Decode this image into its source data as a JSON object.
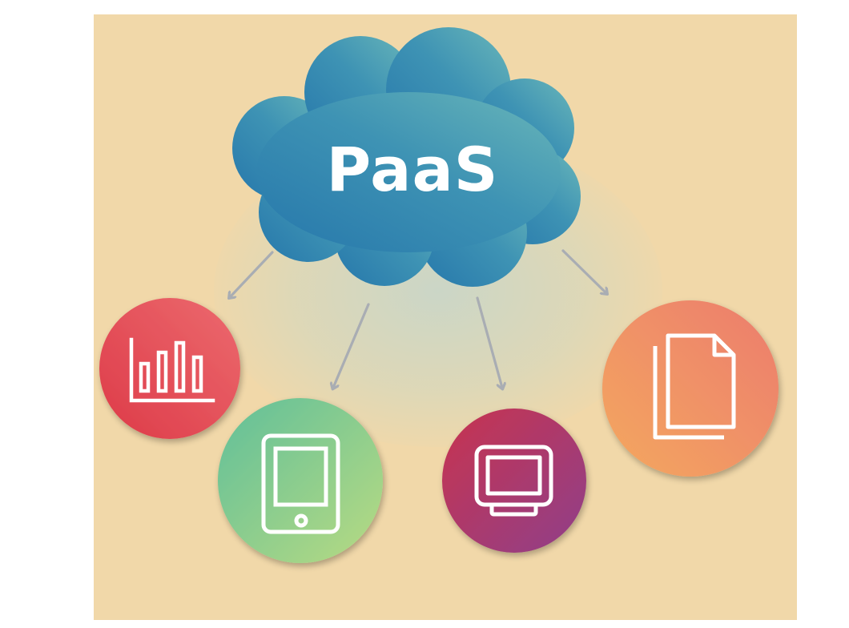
{
  "cloud": {
    "label": "PaaS"
  },
  "nodes": [
    {
      "id": "analytics",
      "icon": "bar-chart-icon"
    },
    {
      "id": "mobile",
      "icon": "tablet-icon"
    },
    {
      "id": "desktop",
      "icon": "monitor-icon"
    },
    {
      "id": "documents",
      "icon": "documents-icon"
    }
  ],
  "colors": {
    "background": "#f1d8a9",
    "cloud_start": "#2e86b8",
    "cloud_end": "#6bb5b8",
    "analytics": "#e04c55",
    "mobile": "#8ccf8a",
    "desktop": "#b4346a",
    "documents": "#f29a6a",
    "arrow": "#a9adb3"
  }
}
